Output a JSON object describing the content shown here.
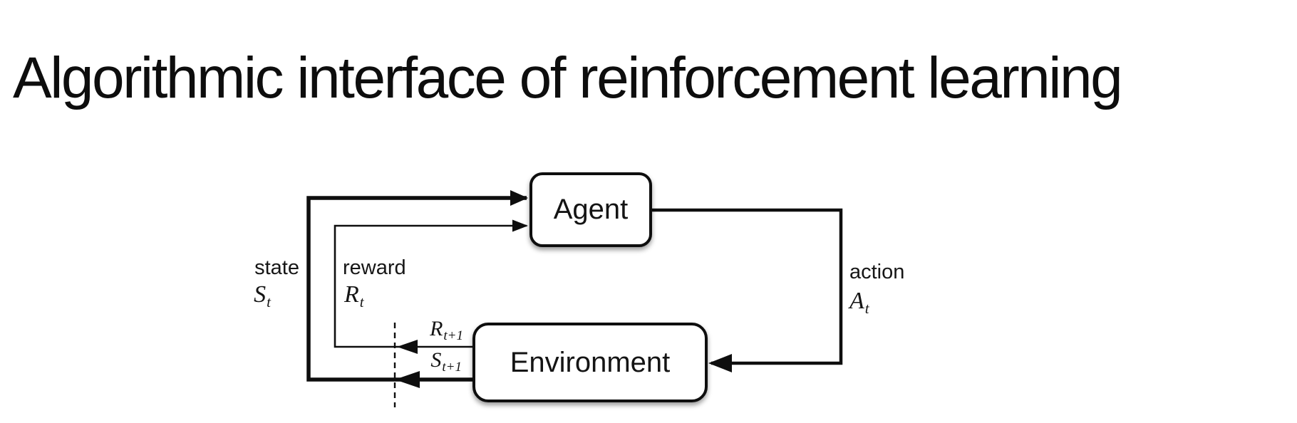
{
  "title": "Algorithmic interface of reinforcement learning",
  "diagram": {
    "agent_label": "Agent",
    "environment_label": "Environment",
    "state_label": "state",
    "reward_label": "reward",
    "action_label": "action",
    "state_symbol": {
      "main": "S",
      "sub": "t"
    },
    "reward_symbol": {
      "main": "R",
      "sub": "t"
    },
    "action_symbol": {
      "main": "A",
      "sub": "t"
    },
    "next_reward_symbol": {
      "main": "R",
      "sub": "t+1"
    },
    "next_state_symbol": {
      "main": "S",
      "sub": "t+1"
    },
    "colors": {
      "line": "#0e0e0e",
      "arrowhead": "#0e0e0e",
      "box_fill": "#ffffff",
      "text": "#141414"
    }
  }
}
